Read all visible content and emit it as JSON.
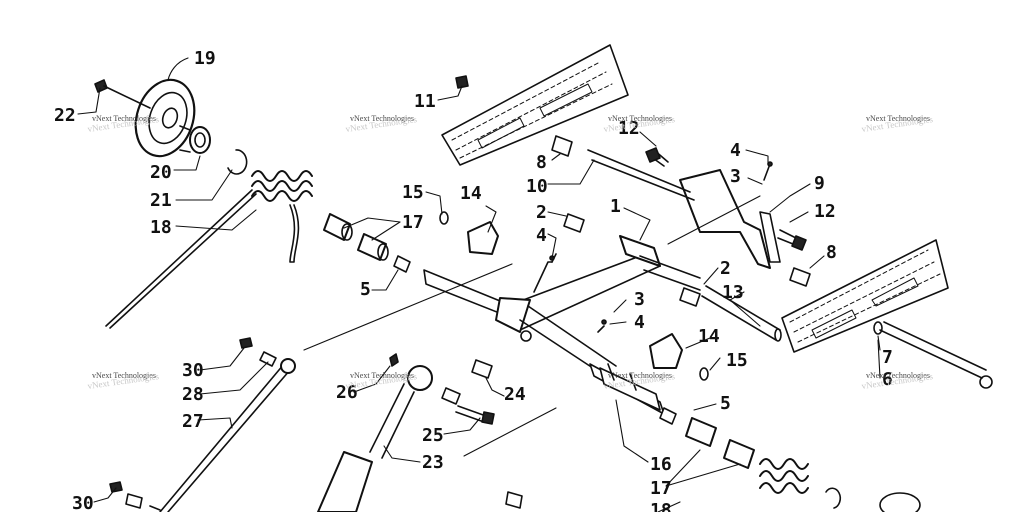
{
  "diagram": {
    "watermark_text": "vNext Technologies",
    "callouts": [
      "1",
      "2",
      "2",
      "3",
      "3",
      "4",
      "4",
      "5",
      "5",
      "6",
      "7",
      "8",
      "8",
      "9",
      "10",
      "11",
      "12",
      "12",
      "13",
      "14",
      "14",
      "15",
      "15",
      "16",
      "17",
      "17",
      "18",
      "18",
      "19",
      "20",
      "21",
      "22",
      "23",
      "24",
      "25",
      "26",
      "27",
      "28",
      "30",
      "30"
    ]
  },
  "colors": {
    "ink": "#111111",
    "paper": "#ffffff",
    "watermark": "#c8c8c8"
  }
}
